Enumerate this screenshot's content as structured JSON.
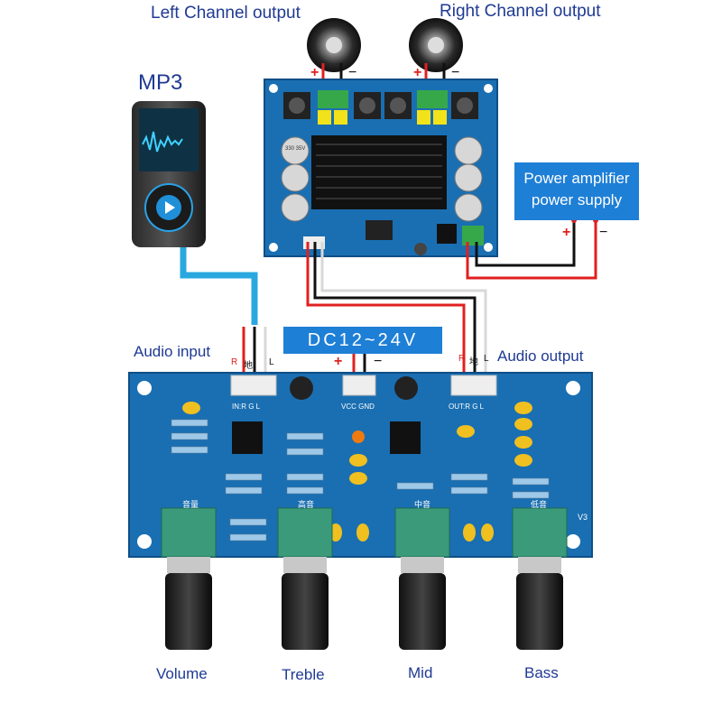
{
  "labels": {
    "left_channel_output": "Left Channel output",
    "right_channel_output": "Right Channel output",
    "mp3": "MP3",
    "power_amplifier_supply": "Power amplifier power supply",
    "dc_voltage": "DC12~24V",
    "audio_input": "Audio input",
    "audio_output": "Audio output",
    "volume": "Volume",
    "treble": "Treble",
    "mid": "Mid",
    "bass": "Bass"
  },
  "polarity": {
    "plus": "+",
    "minus": "−"
  },
  "connector_pins": {
    "r": "R",
    "ground": "地",
    "l": "L"
  },
  "board_silkscreen": {
    "in_header": "IN:R G L",
    "out_header": "OUT:R G L",
    "power_header": "VCC GND",
    "knob_volume": "音量",
    "knob_treble": "高音",
    "knob_mid": "中音",
    "knob_bass": "低音",
    "version": "V3",
    "cap_rating": "330 35V"
  },
  "colors": {
    "pcb": "#1a6fb2",
    "wire_red": "#e02020",
    "wire_black": "#111111",
    "wire_blue": "#29a8e0",
    "wire_white": "#d8d8d8",
    "label_text": "#1f3a93",
    "box_fill": "#1e7fd6"
  }
}
